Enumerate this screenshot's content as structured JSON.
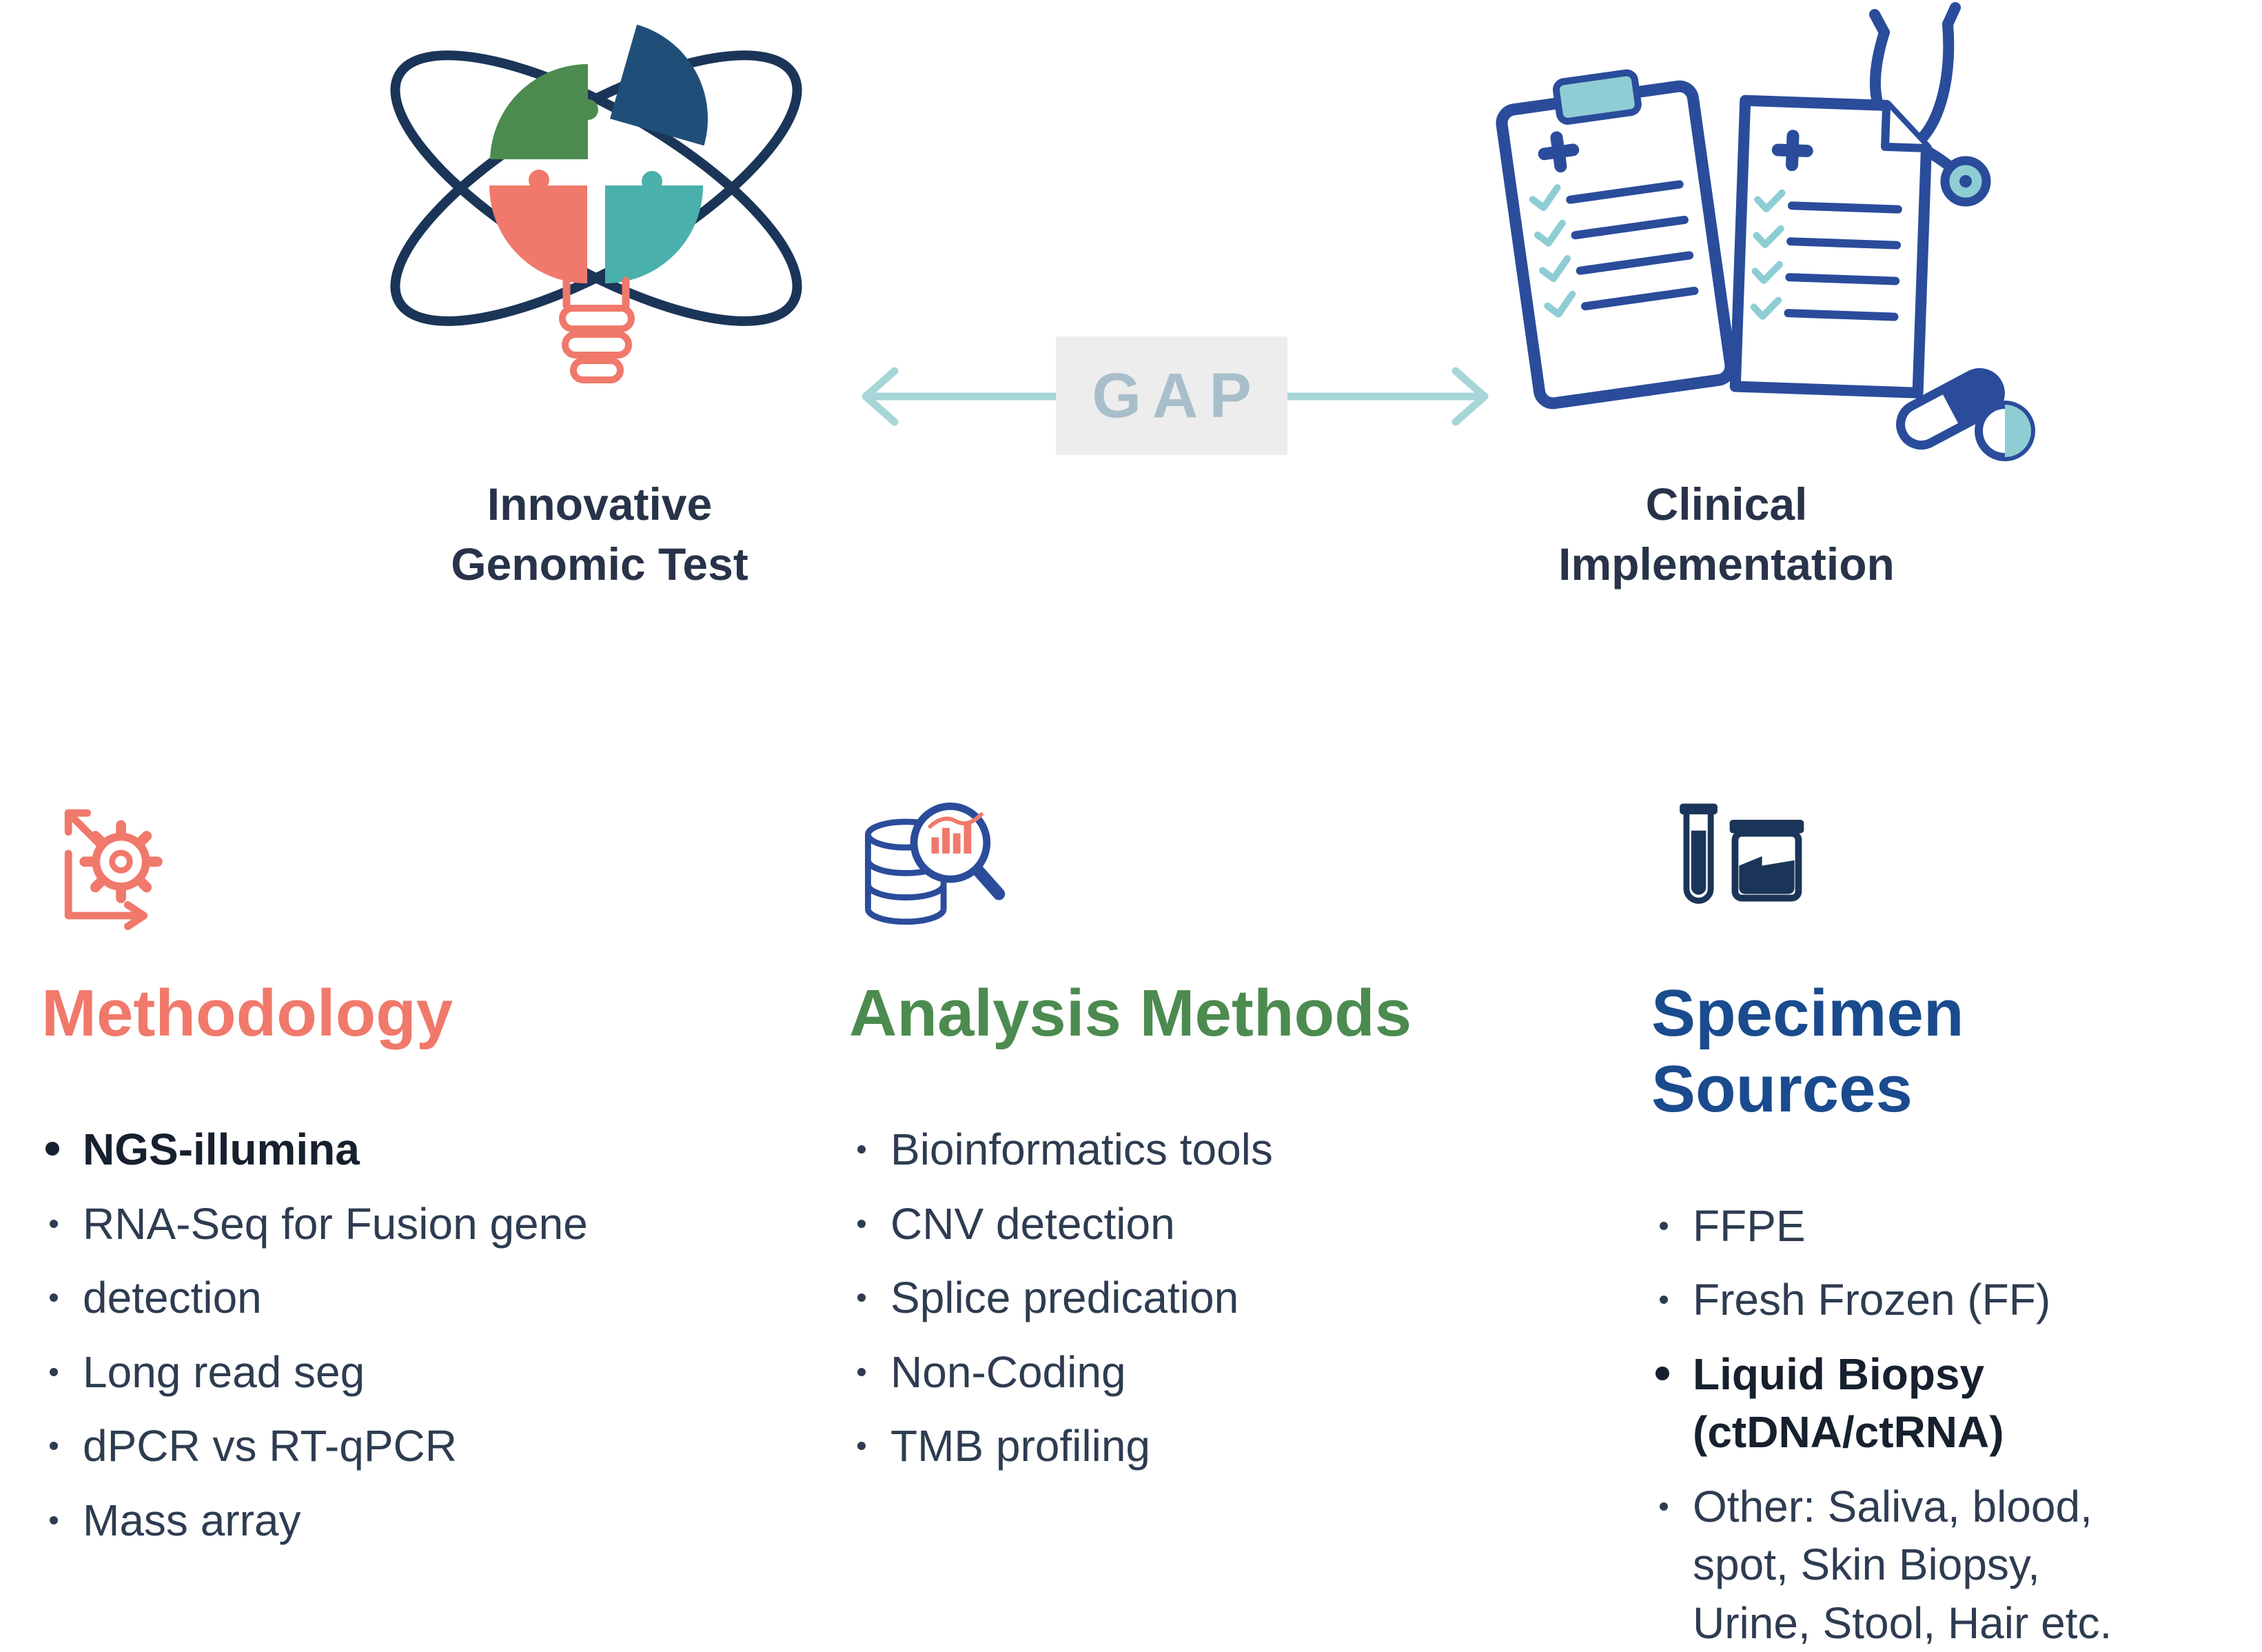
{
  "colors": {
    "coral": "#F0796B",
    "green": "#4C8B4F",
    "navy_heading": "#1A4B8E",
    "icon_navy": "#2A4C9B",
    "dark_navy": "#1B3558",
    "puzzle_navy": "#1F4F78",
    "teal": "#4AB0AC",
    "light_teal": "#8FCDD4",
    "arrow_teal": "#A7D6D9",
    "gap_text": "#A9BECB",
    "gap_background": "#EDEDED",
    "body_text": "#2E3C51",
    "label_text": "#28334A"
  },
  "top": {
    "left_label": "Innovative\nGenomic Test",
    "gap_label": "GAP",
    "right_label": "Clinical\nImplementation"
  },
  "columns": [
    {
      "title": "Methodology",
      "icon": "gear-arrows-icon",
      "items": [
        {
          "text": "NGS-illumina",
          "bold": true
        },
        {
          "text": "RNA-Seq for Fusion gene",
          "bold": false
        },
        {
          "text": "detection",
          "bold": false
        },
        {
          "text": "Long read seg",
          "bold": false
        },
        {
          "text": "dPCR vs RT-qPCR",
          "bold": false
        },
        {
          "text": "Mass array",
          "bold": false
        }
      ]
    },
    {
      "title": "Analysis Methods",
      "icon": "database-magnifier-icon",
      "items": [
        {
          "text": "Bioinformatics tools",
          "bold": false
        },
        {
          "text": "CNV detection",
          "bold": false
        },
        {
          "text": "Splice predication",
          "bold": false
        },
        {
          "text": "Non-Coding",
          "bold": false
        },
        {
          "text": "TMB profiling",
          "bold": false
        }
      ]
    },
    {
      "title": "Specimen Sources",
      "icon": "test-tube-jar-icon",
      "items": [
        {
          "text": "FFPE",
          "bold": false
        },
        {
          "text": "Fresh Frozen (FF)",
          "bold": false
        },
        {
          "text": "Liquid Biopsy\n(ctDNA/ctRNA)",
          "bold": true
        },
        {
          "text": "Other: Saliva, blood,\nspot, Skin Biopsy,\nUrine, Stool, Hair etc.",
          "bold": false
        }
      ]
    }
  ]
}
